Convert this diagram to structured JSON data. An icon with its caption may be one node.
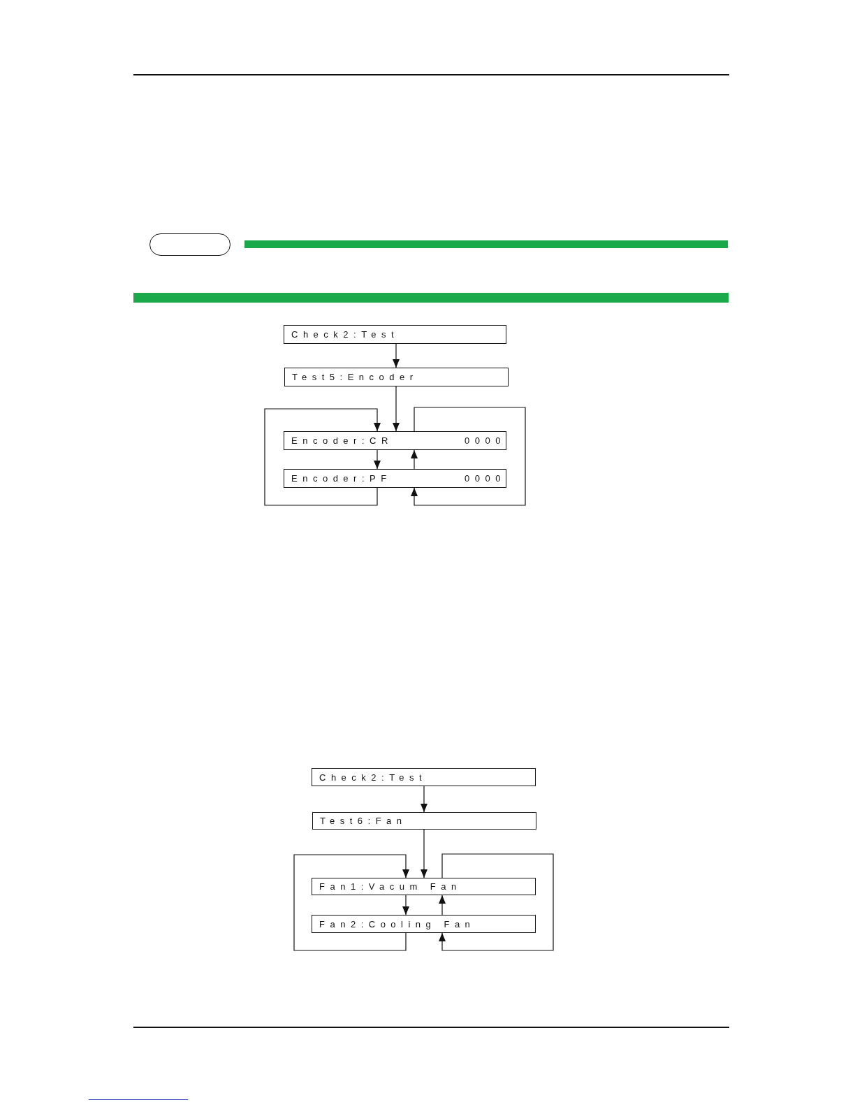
{
  "diagram": {
    "nodes": [
      {
        "text": [],
        "shape": "box"
      },
      {
        "text": [],
        "shape": "bar"
      },
      {
        "text": [],
        "shape": "bar"
      },
      {
        "text": [
          "Check2:Test"
        ]
      },
      {
        "text": [
          "Test5:Encoder"
        ]
      },
      {
        "text": [
          "Encoder:CR",
          "0000"
        ]
      },
      {
        "text": [
          "Encoder:PF",
          "0000"
        ]
      },
      {
        "text": [
          "Check2:Test"
        ]
      },
      {
        "text": [
          "Test6:Fan"
        ]
      },
      {
        "text": [
          "Fan1:Vacum Fan"
        ]
      },
      {
        "text": [
          "Fan2:Cooling Fan"
        ]
      }
    ],
    "edges": [
      {
        "from": 3,
        "to": 4,
        "arrow": "to"
      },
      {
        "from": 4,
        "to": 5,
        "arrow": "to"
      },
      {
        "from": 5,
        "to": 6,
        "arrow": "to"
      },
      {
        "from": 6,
        "to": 5,
        "arrow": "to"
      },
      {
        "from": 6,
        "to": 5,
        "arrow": "to"
      },
      {
        "from": 5,
        "to": 6,
        "arrow": "to"
      },
      {
        "from": 7,
        "to": 8,
        "arrow": "to"
      },
      {
        "from": 8,
        "to": 9,
        "arrow": "to"
      },
      {
        "from": 9,
        "to": 10,
        "arrow": "to"
      },
      {
        "from": 10,
        "to": 9,
        "arrow": "to"
      },
      {
        "from": 10,
        "to": 9,
        "arrow": "to"
      },
      {
        "from": 9,
        "to": 10,
        "arrow": "to"
      }
    ]
  }
}
